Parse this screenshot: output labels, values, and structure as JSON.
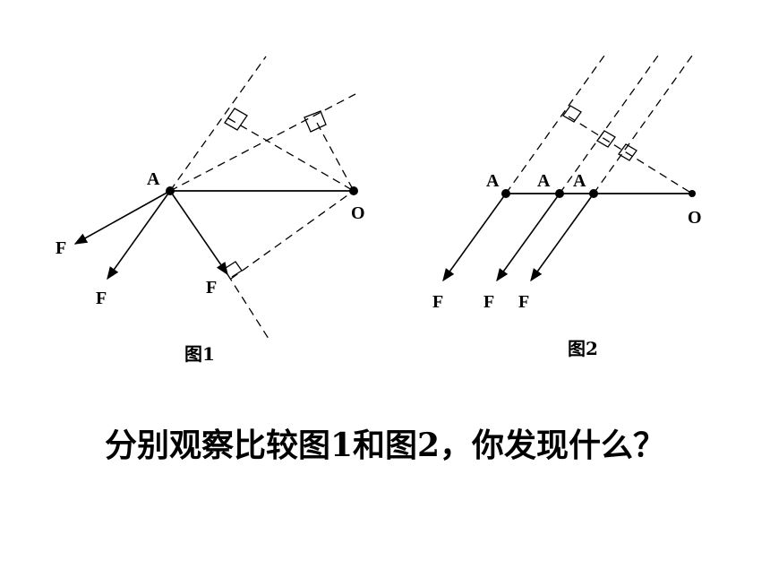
{
  "figure1": {
    "caption": "图1",
    "pivot_label": "O",
    "point_label": "A",
    "force_labels": [
      "F",
      "F",
      "F"
    ]
  },
  "figure2": {
    "caption": "图2",
    "pivot_label": "O",
    "point_labels": [
      "A",
      "A",
      "A"
    ],
    "force_labels": [
      "F",
      "F",
      "F"
    ]
  },
  "question": "分别观察比较图1和图2，你发现什么？",
  "colors": {
    "ink": "#000000",
    "background": "#ffffff"
  }
}
